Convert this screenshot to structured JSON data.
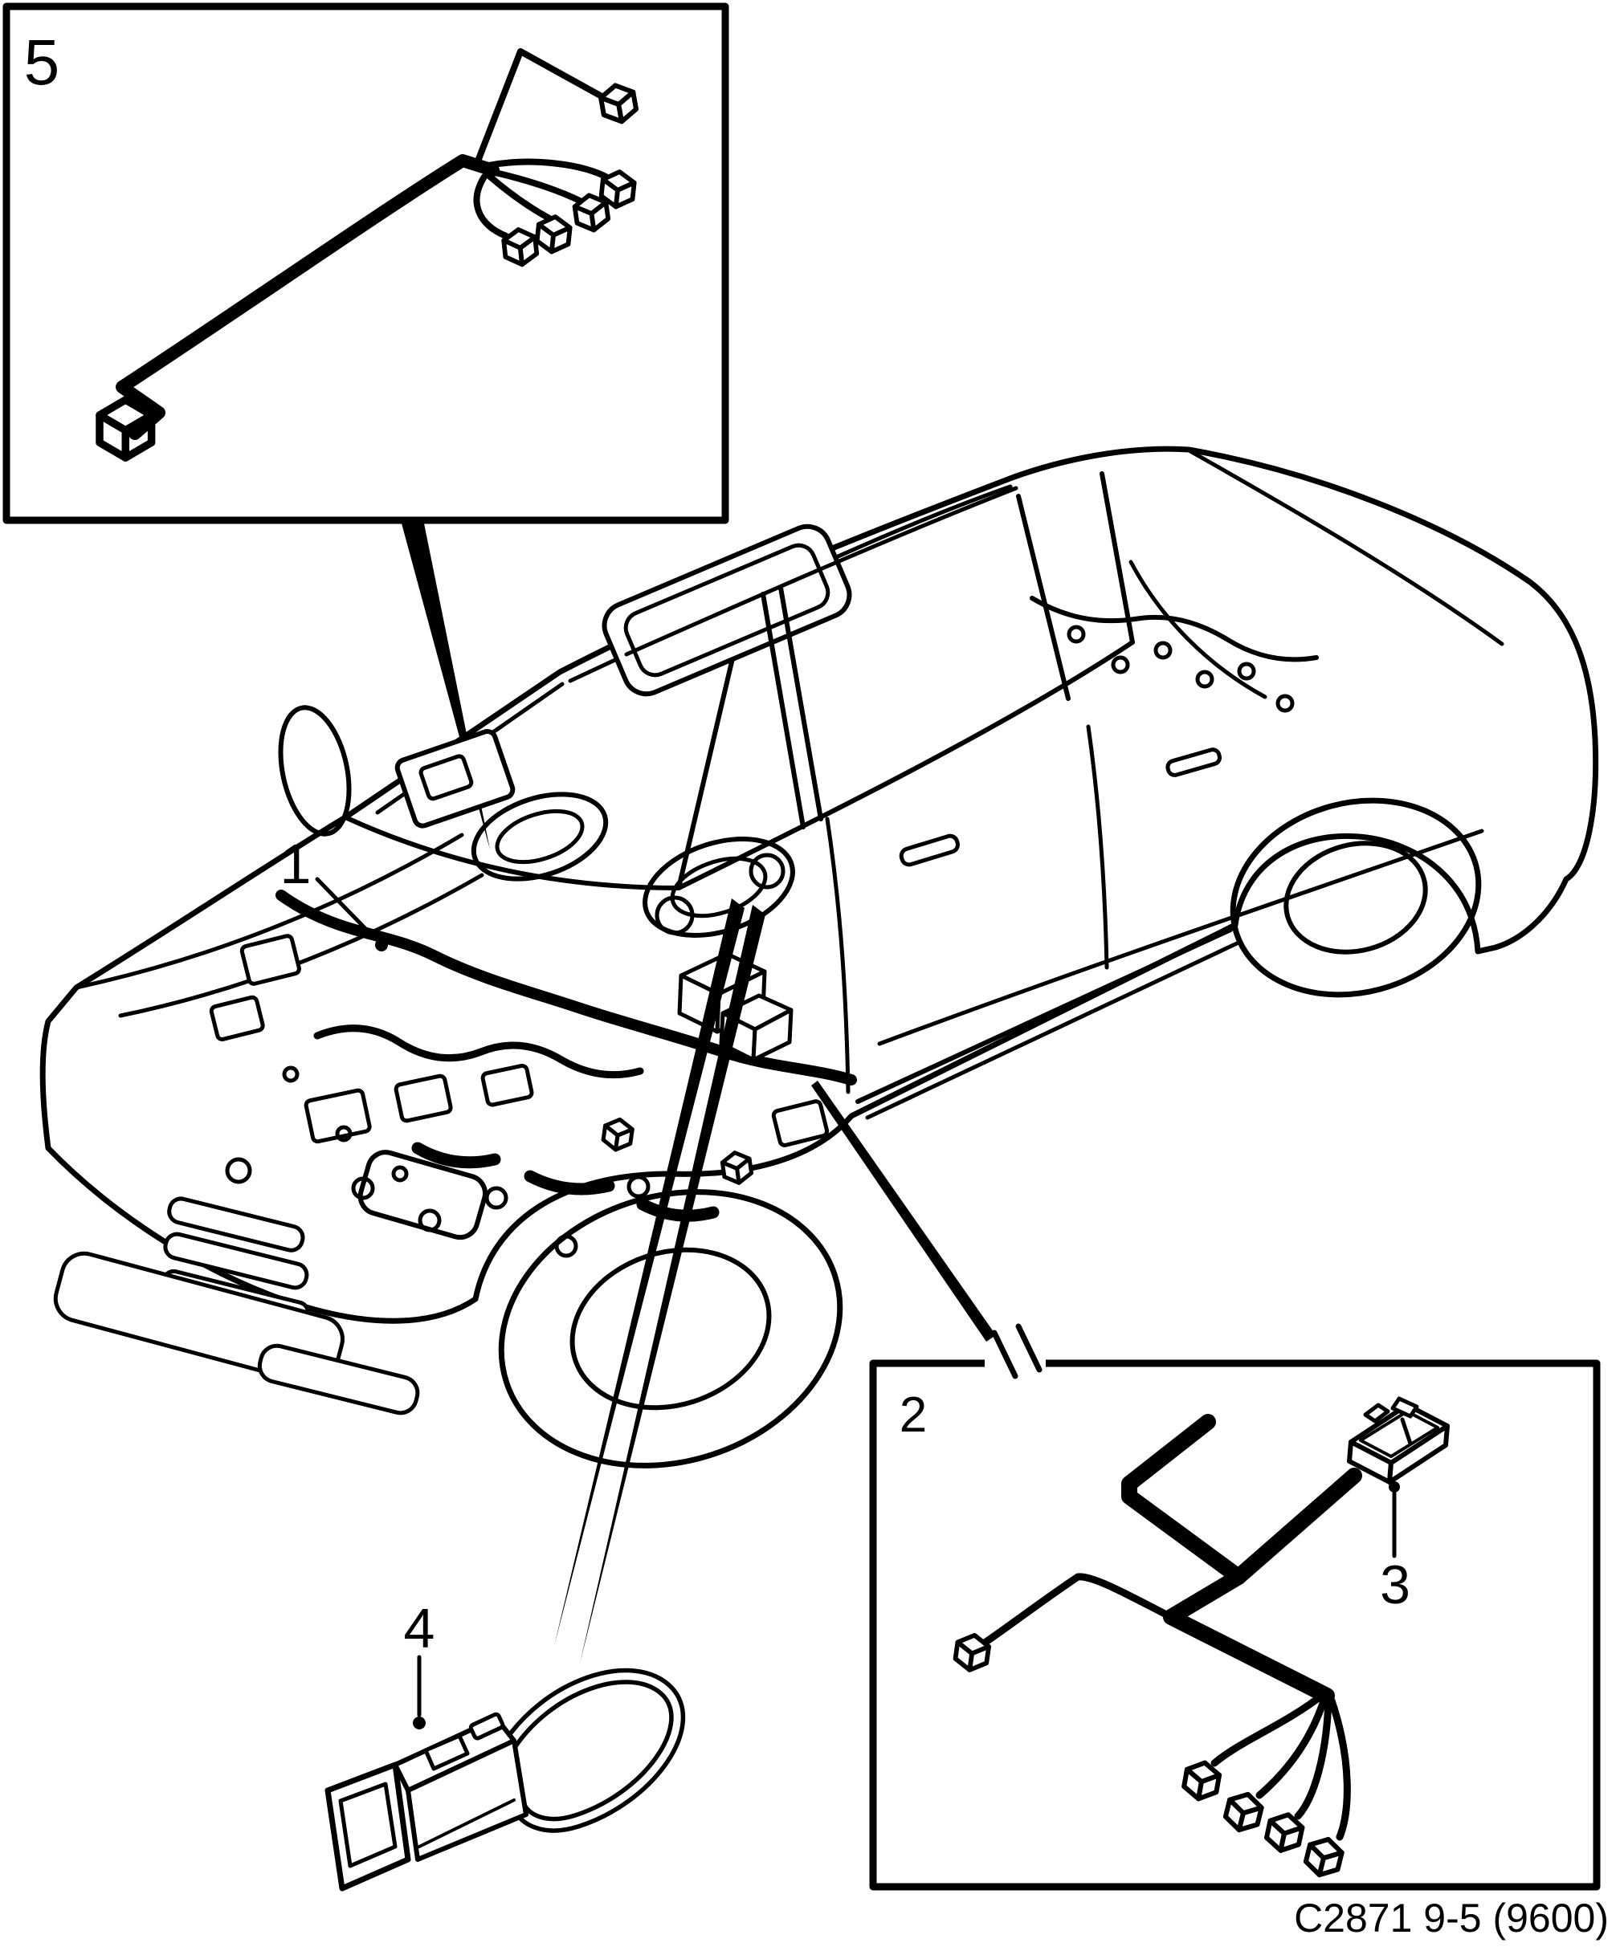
{
  "colors": {
    "ink": "#000000",
    "paper": "#ffffff"
  },
  "caption": {
    "text": "C2871 9-5 (9600)"
  },
  "callouts": {
    "inset_cabin_harness": "5",
    "main_instrument_harness": "1",
    "inset_rear_harness": "2",
    "rear_module_connector": "3",
    "loop_connector": "4"
  }
}
